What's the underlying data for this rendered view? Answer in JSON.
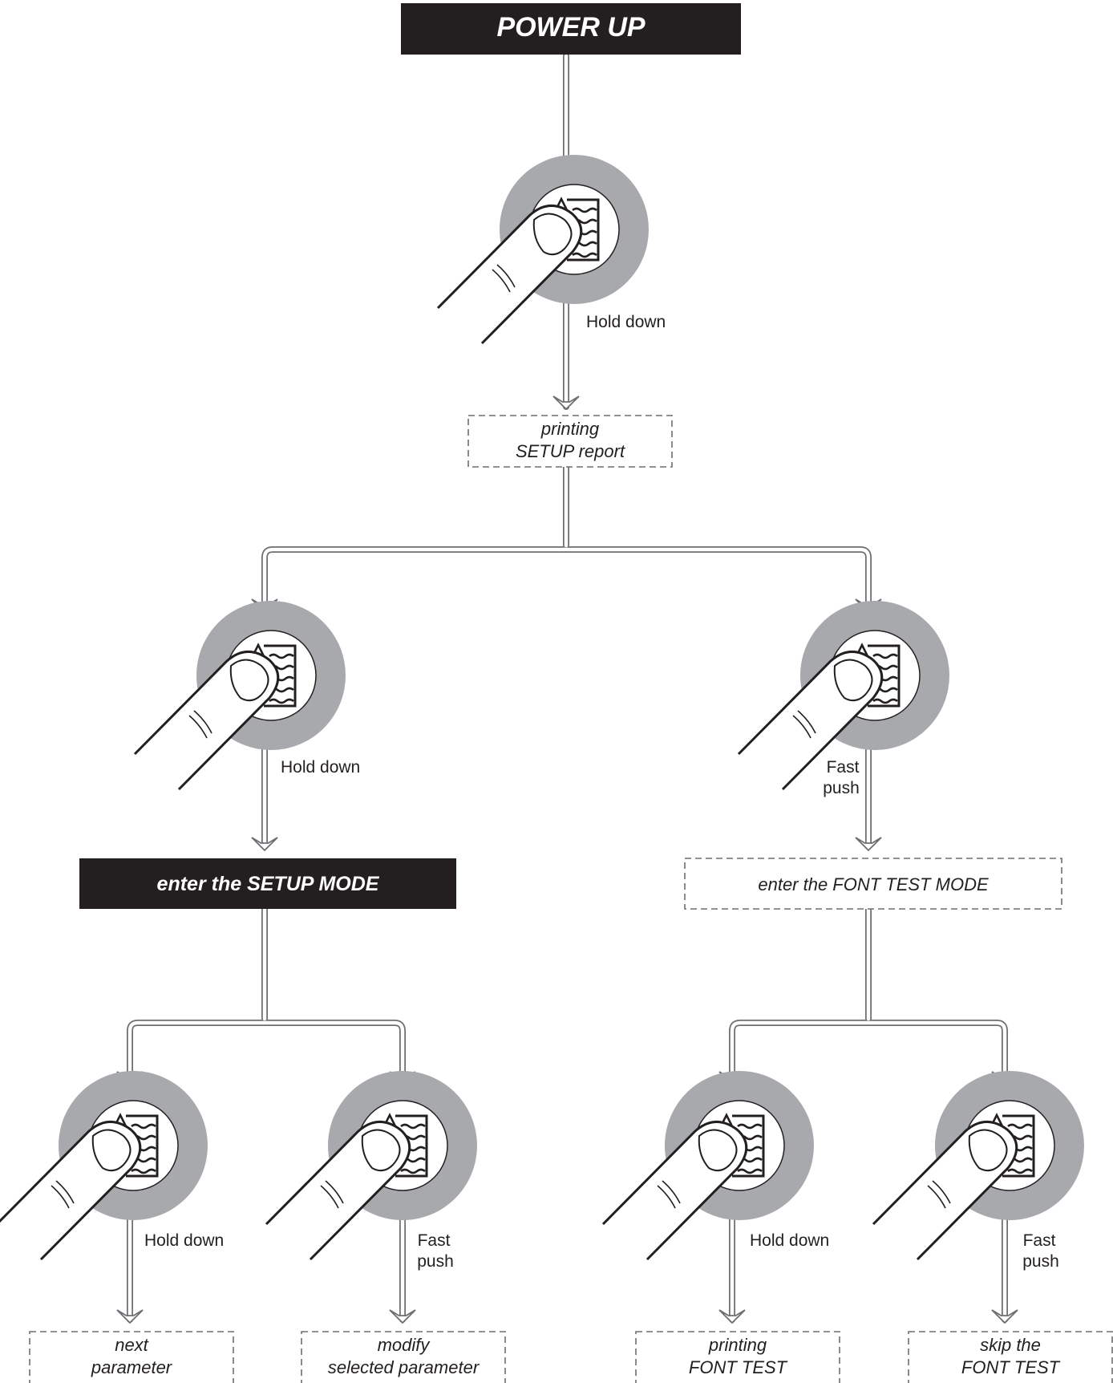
{
  "title_box": {
    "text": "POWER UP"
  },
  "steps": {
    "top": {
      "action": "Hold down"
    },
    "setup": {
      "action": "Hold down"
    },
    "font": {
      "action_line1": "Fast",
      "action_line2": "push"
    },
    "next": {
      "action": "Hold down"
    },
    "modify": {
      "action_line1": "Fast",
      "action_line2": "push"
    },
    "print_font": {
      "action": "Hold down"
    },
    "skip_font": {
      "action_line1": "Fast",
      "action_line2": "push"
    }
  },
  "boxes": {
    "setup_report": {
      "line1": "printing",
      "line2": "SETUP report"
    },
    "setup_mode": {
      "text": "enter the SETUP MODE"
    },
    "font_test_mode": {
      "text": "enter the FONT TEST MODE"
    },
    "next_parameter": {
      "line1": "next",
      "line2": "parameter"
    },
    "modify_parameter": {
      "line1": "modify",
      "line2": "selected parameter"
    },
    "printing_font_test": {
      "line1": "printing",
      "line2": "FONT TEST"
    },
    "skip_font_test": {
      "line1": "skip the",
      "line2": "FONT TEST"
    }
  },
  "colors": {
    "dark_box": "#231f20",
    "button_ring": "#a7a9ac",
    "connector": "#6d6e71"
  },
  "icons": [
    "feed-button-icon",
    "finger-press-icon"
  ]
}
